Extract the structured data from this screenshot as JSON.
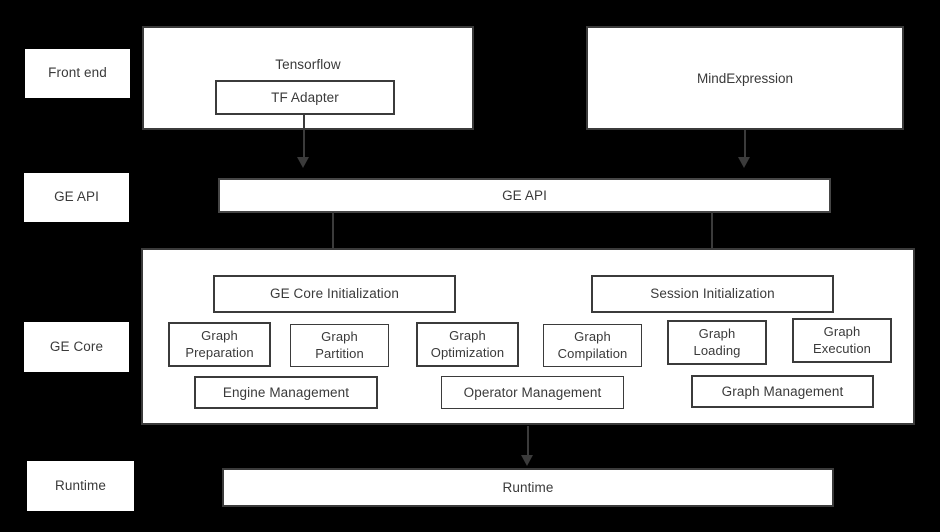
{
  "diagram": {
    "title": "GE (Graph Engine) software stack architecture",
    "background_color": "#000000",
    "box_fill_color": "#ffffff",
    "box_border_color": "#3b3b3b",
    "text_color": "#3a3a3a"
  },
  "layer_labels": [
    {
      "id": "front-end",
      "label": "Front end"
    },
    {
      "id": "ge-api",
      "label": "GE API"
    },
    {
      "id": "ge-core",
      "label": "GE Core"
    },
    {
      "id": "runtime",
      "label": "Runtime"
    }
  ],
  "front_end": {
    "tensorflow": {
      "title": "Tensorflow",
      "child": {
        "label": "TF Adapter"
      }
    },
    "mindexpression": {
      "title": "MindExpression"
    }
  },
  "ge_api_bar": {
    "label": "GE API"
  },
  "ge_core": {
    "init_boxes": [
      {
        "label": "GE Core Initialization"
      },
      {
        "label": "Session Initialization"
      }
    ],
    "module_boxes": [
      {
        "label": "Graph\nPreparation",
        "line1": "Graph",
        "line2": "Preparation"
      },
      {
        "label": "Graph\nPartition",
        "line1": "Graph",
        "line2": "Partition"
      },
      {
        "label": "Graph\nOptimization",
        "line1": "Graph",
        "line2": "Optimization"
      },
      {
        "label": "Graph\nCompilation",
        "line1": "Graph",
        "line2": "Compilation"
      },
      {
        "label": "Graph\nLoading",
        "line1": "Graph",
        "line2": "Loading"
      },
      {
        "label": "Graph\nExecution",
        "line1": "Graph",
        "line2": "Execution"
      }
    ],
    "management_boxes": [
      {
        "label": "Engine Management"
      },
      {
        "label": "Operator Management"
      },
      {
        "label": "Graph Management"
      }
    ]
  },
  "runtime_bar": {
    "label": "Runtime"
  },
  "arrows": [
    {
      "id": "tf-adapter-to-ge-api",
      "from": "TF Adapter",
      "to": "GE API"
    },
    {
      "id": "mindexpr-to-ge-api",
      "from": "MindExpression",
      "to": "GE API"
    },
    {
      "id": "ge-api-to-ge-core-init",
      "from": "GE API",
      "to": "GE Core Initialization"
    },
    {
      "id": "ge-api-to-session-init",
      "from": "GE API",
      "to": "Session Initialization"
    },
    {
      "id": "ge-core-to-runtime",
      "from": "GE Core",
      "to": "Runtime"
    }
  ]
}
